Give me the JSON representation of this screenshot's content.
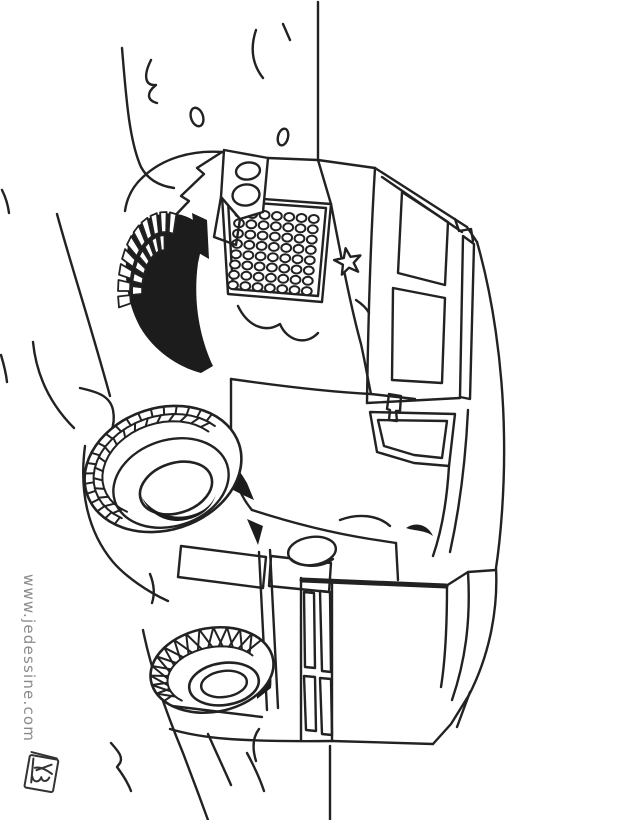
{
  "page": {
    "background_color": "#ffffff",
    "line_color": "#222222"
  },
  "watermark": {
    "text": "www.jedessine.com",
    "color": "#8a8a8a"
  },
  "logo": {
    "name": "jedessine-logo"
  },
  "illustration": {
    "name": "military-truck-coloring-page",
    "orientation": "rotated-90-clockwise",
    "parts": [
      "far-front-wheel",
      "front-bumper-light-cluster",
      "radiator-grille",
      "star-emblem",
      "two-pane-windshield",
      "cab-door-window",
      "door-handle",
      "front-wheel",
      "rear-wheel",
      "fuel-tank",
      "cargo-bed",
      "terrain-lines",
      "horizon-line"
    ]
  }
}
